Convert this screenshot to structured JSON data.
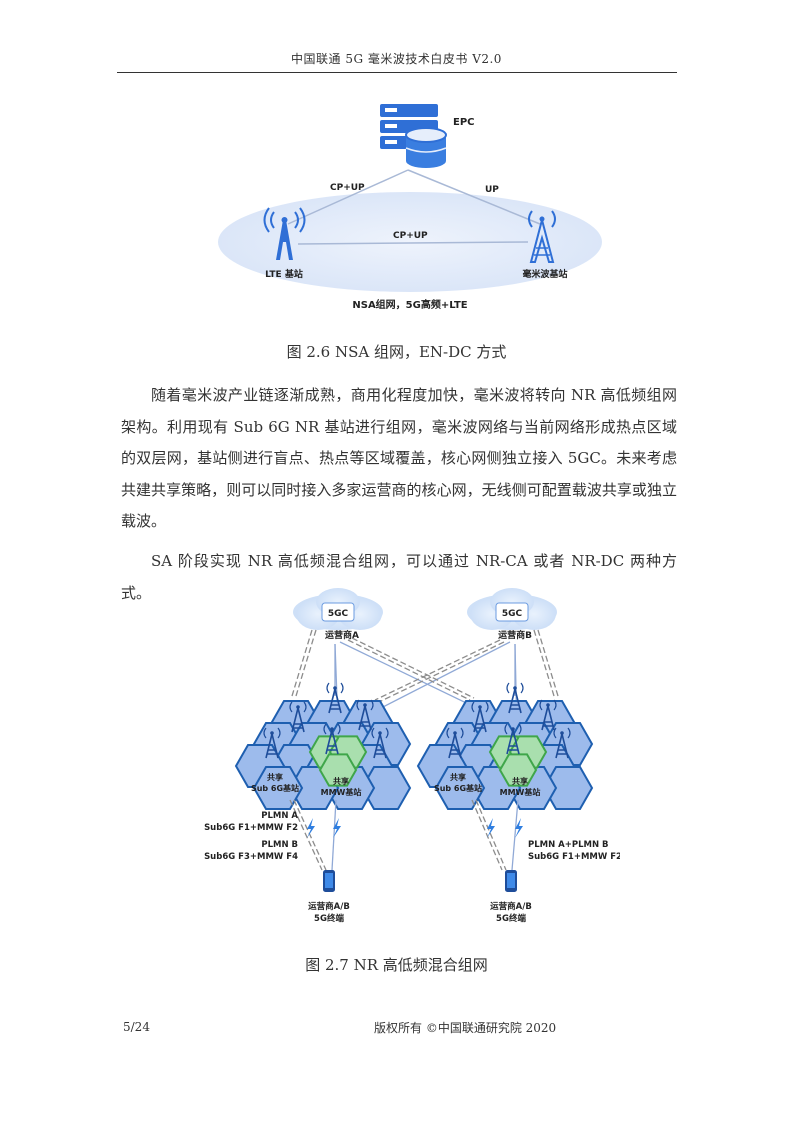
{
  "header": {
    "title": "中国联通 5G 毫米波技术白皮书 V2.0"
  },
  "figure1": {
    "epc_label": "EPC",
    "left_link_label": "CP+UP",
    "right_link_label": "UP",
    "middle_link_label": "CP+UP",
    "lte_label": "LTE 基站",
    "mmw_label": "毫米波基站",
    "sub_caption": "NSA组网，5G高频+LTE",
    "caption": "图 2.6 NSA 组网，EN-DC 方式"
  },
  "paragraphs": [
    "随着毫米波产业链逐渐成熟，商用化程度加快，毫米波将转向 NR 高低频组网架构。利用现有 Sub 6G NR 基站进行组网，毫米波网络与当前网络形成热点区域的双层网，基站侧进行盲点、热点等区域覆盖，核心网侧独立接入 5GC。未来考虑共建共享策略，则可以同时接入多家运营商的核心网，无线侧可配置载波共享或独立载波。",
    "SA 阶段实现 NR 高低频混合组网，可以通过 NR-CA 或者 NR-DC 两种方式。"
  ],
  "figure2": {
    "cloud_a": "5GC",
    "cloud_b": "5GC",
    "operator_a": "运营商A",
    "operator_b": "运营商B",
    "left_shared": "共享",
    "left_sub6g": "Sub 6G基站",
    "left_mmw_shared": "共享",
    "left_mmw": "MMW基站",
    "right_shared": "共享",
    "right_sub6g": "Sub 6G基站",
    "right_mmw_shared": "共享",
    "right_mmw": "MMW基站",
    "plmn_a": "PLMN A",
    "plmn_a_freq": "Sub6G F1+MMW F2",
    "plmn_b": "PLMN B",
    "plmn_b_freq": "Sub6G F3+MMW F4",
    "plmn_ab": "PLMN A+PLMN B",
    "plmn_ab_freq": "Sub6G F1+MMW F2",
    "terminal_left_line1": "运营商A/B",
    "terminal_left_line2": "5G终端",
    "terminal_right_line1": "运营商A/B",
    "terminal_right_line2": "5G终端",
    "caption": "图 2.7 NR 高低频混合组网"
  },
  "footer": {
    "page": "5/24",
    "copyright": "版权所有 ©中国联通研究院  2020"
  },
  "colors": {
    "hex_fill": "#9dbbec",
    "hex_stroke": "#1e5fb0",
    "mmw_hex": "#a9dfae",
    "link": "#90a9d6"
  }
}
